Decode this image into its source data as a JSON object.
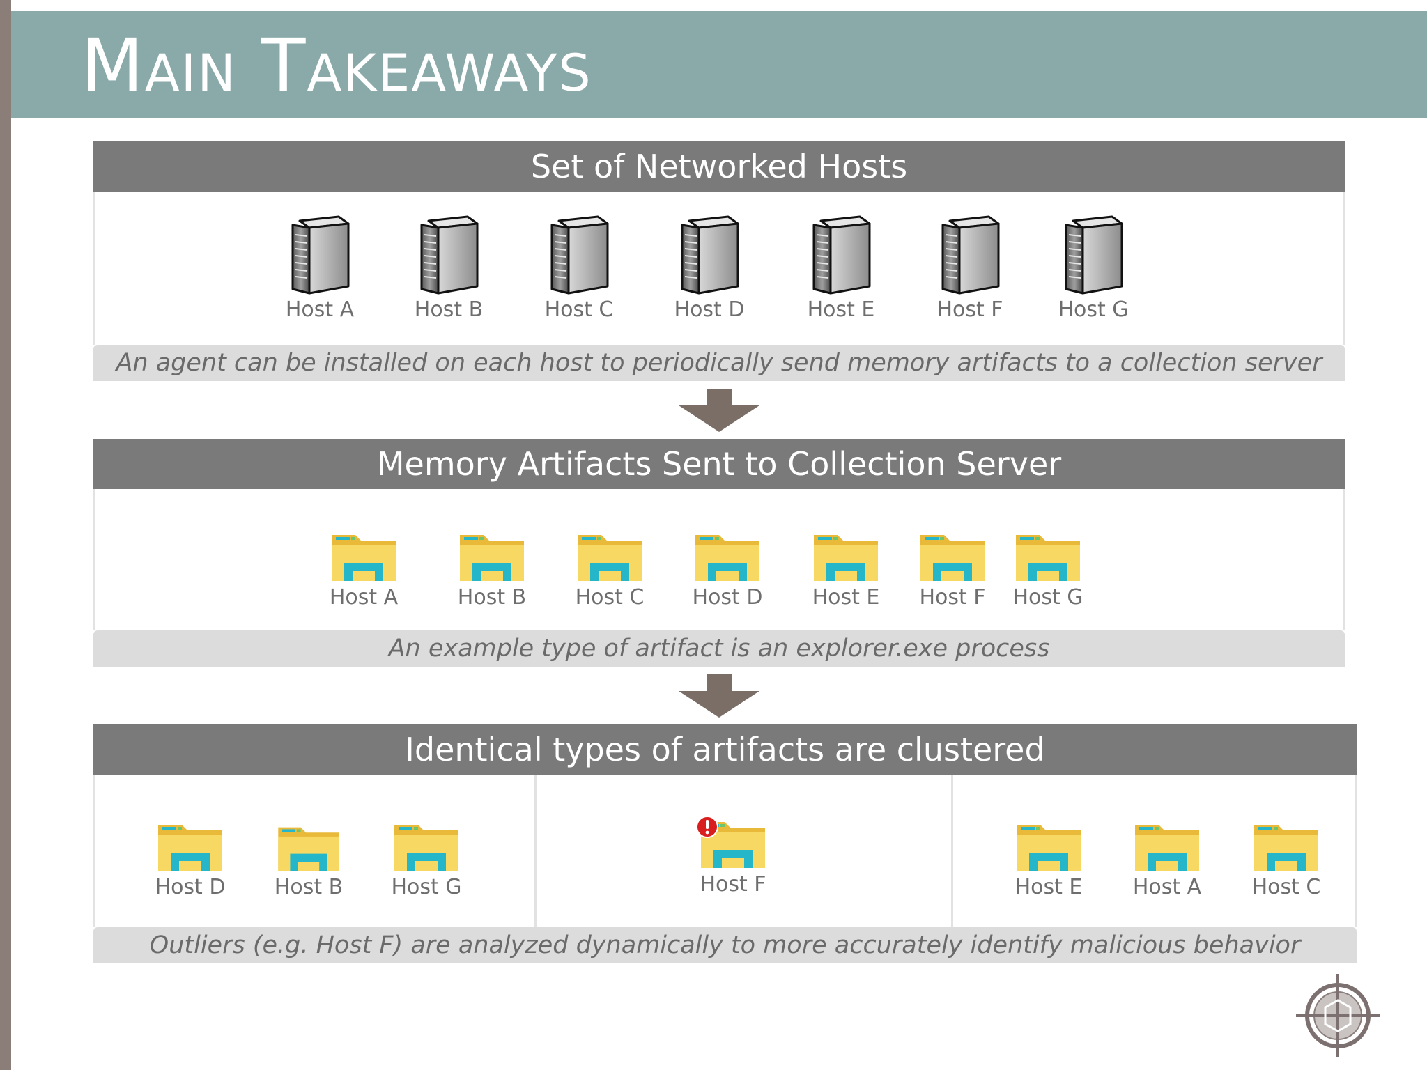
{
  "slide": {
    "title": "Main Takeaways"
  },
  "panels": [
    {
      "header": "Set of Networked Hosts",
      "items": [
        {
          "label": "Host A",
          "icon": "server-icon"
        },
        {
          "label": "Host B",
          "icon": "server-icon"
        },
        {
          "label": "Host C",
          "icon": "server-icon"
        },
        {
          "label": "Host D",
          "icon": "server-icon"
        },
        {
          "label": "Host E",
          "icon": "server-icon"
        },
        {
          "label": "Host F",
          "icon": "server-icon"
        },
        {
          "label": "Host G",
          "icon": "server-icon"
        }
      ],
      "footer": "An agent can be installed on each host to periodically send memory artifacts to a collection server"
    },
    {
      "header": "Memory Artifacts Sent to Collection Server",
      "items": [
        {
          "label": "Host A",
          "icon": "explorer-folder-icon"
        },
        {
          "label": "Host B",
          "icon": "explorer-folder-icon"
        },
        {
          "label": "Host C",
          "icon": "explorer-folder-icon"
        },
        {
          "label": "Host D",
          "icon": "explorer-folder-icon"
        },
        {
          "label": "Host E",
          "icon": "explorer-folder-icon"
        },
        {
          "label": "Host F",
          "icon": "explorer-folder-icon"
        },
        {
          "label": "Host G",
          "icon": "explorer-folder-icon"
        }
      ],
      "footer": "An example type of artifact is an explorer.exe process"
    },
    {
      "header": "Identical types of artifacts are clustered",
      "clusters": [
        {
          "items": [
            {
              "label": "Host D"
            },
            {
              "label": "Host B"
            },
            {
              "label": "Host G"
            }
          ]
        },
        {
          "items": [
            {
              "label": "Host F",
              "alert": true
            }
          ]
        },
        {
          "items": [
            {
              "label": "Host E"
            },
            {
              "label": "Host A"
            },
            {
              "label": "Host C"
            }
          ]
        }
      ],
      "footer": "Outliers (e.g. Host F) are analyzed dynamically to more accurately identify malicious behavior"
    }
  ],
  "colors": {
    "title_band": "#8aaaa9",
    "panel_header": "#7a7a7a",
    "panel_footer": "#dcdcdc",
    "arrow": "#7a6e67",
    "folder_yellow": "#f7d862",
    "folder_cyan": "#26b6c9",
    "alert_red": "#d81e1e"
  }
}
